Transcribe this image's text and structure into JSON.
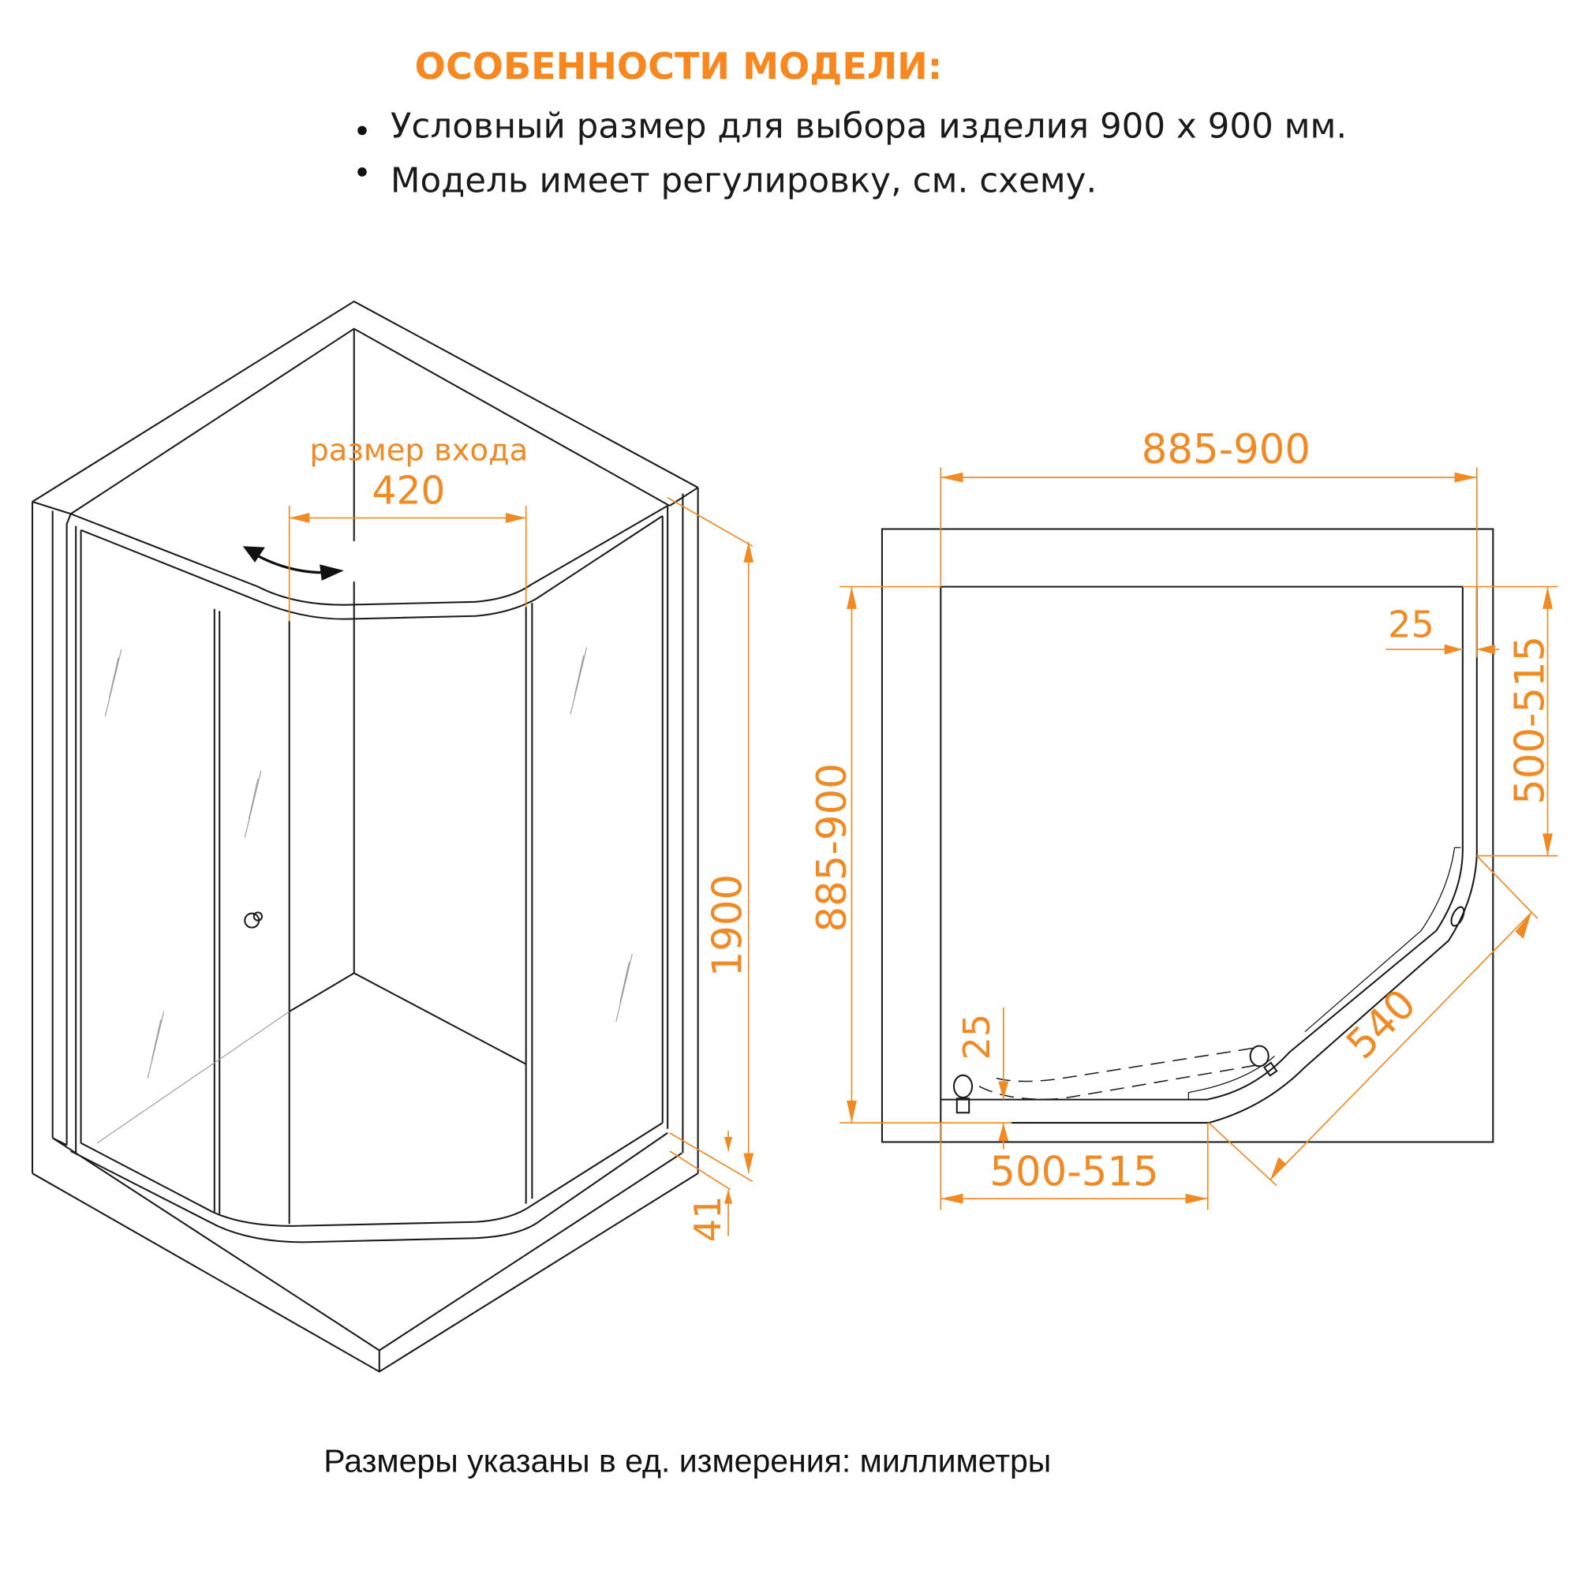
{
  "header": {
    "title": "ОСОБЕННОСТИ МОДЕЛИ:",
    "bullets": [
      "Условный размер для выбора изделия 900 х 900 мм.",
      "Модель имеет регулировку, см. схему."
    ]
  },
  "iso_view": {
    "entrance_label": "размер входа",
    "entrance_width": "420",
    "height": "1900",
    "tray_height": "41",
    "door_icon": "rotate-arrow-icon"
  },
  "plan_view": {
    "width_top": "885-900",
    "depth_left": "885-900",
    "side_right": "500-515",
    "side_bottom": "500-515",
    "gap_top": "25",
    "gap_bottom": "25",
    "diagonal": "540"
  },
  "footer": {
    "units_note": "Размеры указаны в ед. измерения: миллиметры"
  },
  "colors": {
    "accent": "#f08a24",
    "line": "#1a1a1a"
  }
}
